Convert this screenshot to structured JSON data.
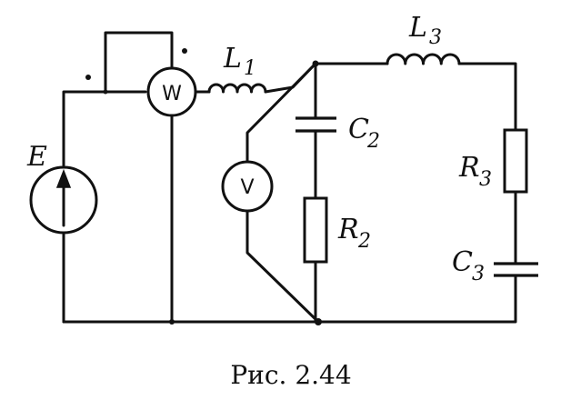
{
  "labels": {
    "source": "E",
    "wattmeter": "W",
    "voltmeter": "V",
    "L1_letter": "L",
    "L1_sub": "1",
    "L3_letter": "L",
    "L3_sub": "3",
    "C2_letter": "C",
    "C2_sub": "2",
    "R2_letter": "R",
    "R2_sub": "2",
    "R3_letter": "R",
    "R3_sub": "3",
    "C3_letter": "C",
    "C3_sub": "3"
  },
  "caption": "Рис. 2.44"
}
